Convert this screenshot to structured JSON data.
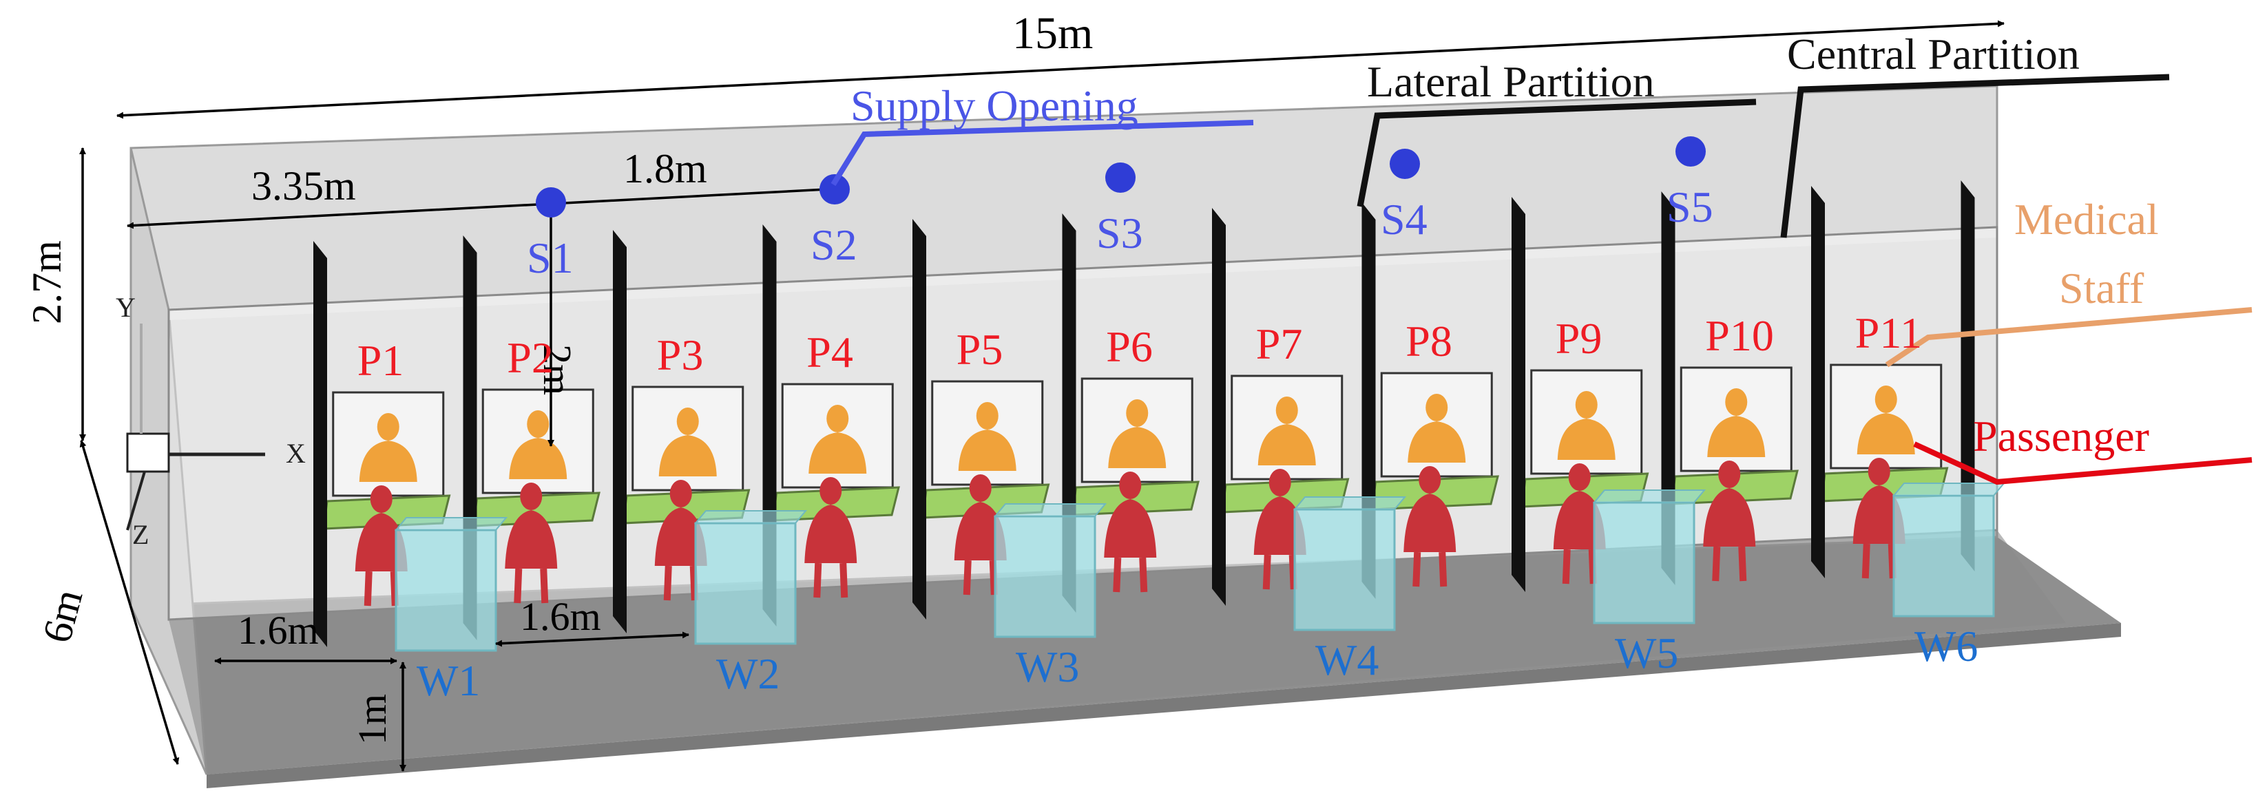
{
  "dimensions": {
    "length": "15m",
    "height": "2.7m",
    "depth": "6m",
    "first_offset": "3.35m",
    "supply_spacing": "1.8m",
    "supply_height": "2m",
    "booth_width_a": "1.6m",
    "booth_width_b": "1.6m",
    "window_height": "1m"
  },
  "labels": {
    "supply_opening": "Supply Opening",
    "lateral_partition": "Lateral Partition",
    "central_partition": "Central Partition",
    "medical_staff_line1": "Medical",
    "medical_staff_line2": "Staff",
    "passenger": "Passenger"
  },
  "axes": {
    "x": "X",
    "y": "Y",
    "z": "Z"
  },
  "supply_openings": [
    "S1",
    "S2",
    "S3",
    "S4",
    "S5"
  ],
  "staff_positions": [
    "P1",
    "P2",
    "P3",
    "P4",
    "P5",
    "P6",
    "P7",
    "P8",
    "P9",
    "P10",
    "P11"
  ],
  "windows": [
    "W1",
    "W2",
    "W3",
    "W4",
    "W5",
    "W6"
  ],
  "colors": {
    "supply_label": "#4a55e6",
    "supply_dot": "#2f3dd6",
    "staff_label": "#ee1c25",
    "window_label": "#1d6fd0",
    "medical_staff": "#e8a06a",
    "passenger": "#e30613",
    "partition": "#111111",
    "staff_figure": "#f0a23a",
    "passenger_figure": "#c8333a",
    "window_glass": "#9fe0e6",
    "desk": "#9ed266",
    "floor": "#8f8f8f"
  }
}
